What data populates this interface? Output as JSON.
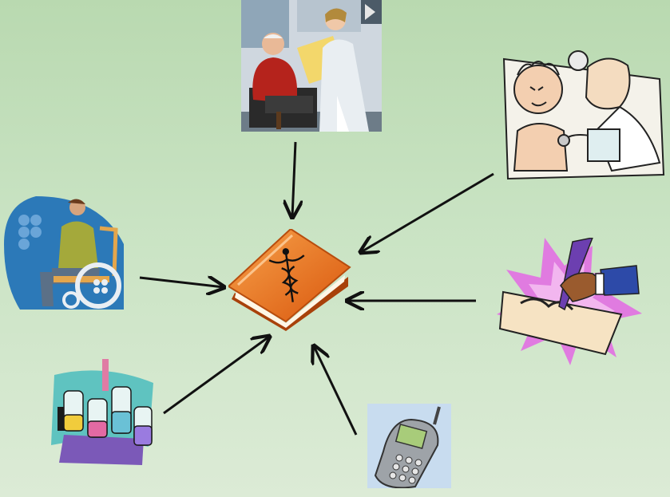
{
  "diagram": {
    "center": {
      "icon": "medical-record-book-icon",
      "accent": "#e8721a"
    },
    "sources": [
      {
        "id": "nurse-visit",
        "icon": "nurse-with-elderly-patient-icon"
      },
      {
        "id": "doctor-exam",
        "icon": "doctor-stethoscope-exam-icon"
      },
      {
        "id": "wheelchair-patient",
        "icon": "wheelchair-user-icon"
      },
      {
        "id": "signed-document",
        "icon": "signing-document-icon"
      },
      {
        "id": "lab-tests",
        "icon": "lab-test-tubes-icon"
      },
      {
        "id": "mobile-phone",
        "icon": "mobile-phone-icon"
      }
    ],
    "arrow_color": "#111111"
  }
}
